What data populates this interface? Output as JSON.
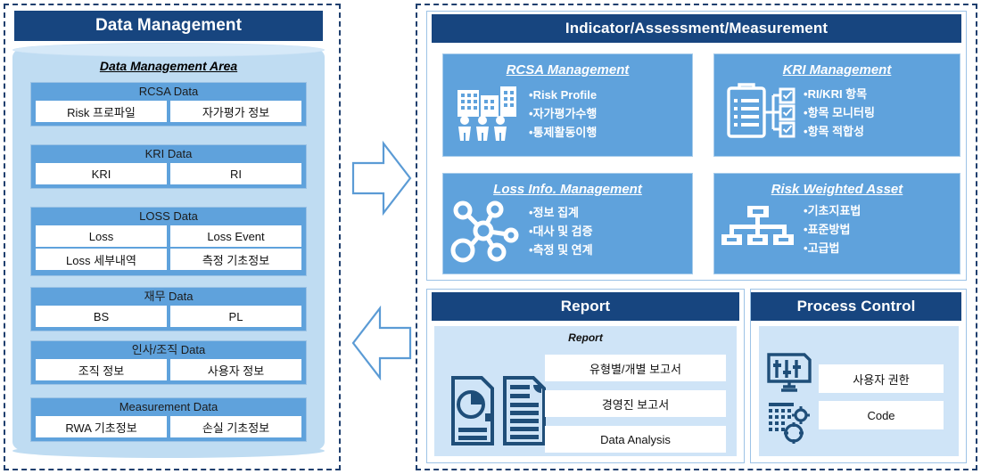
{
  "left": {
    "header": "Data Management",
    "area_title": "Data Management Area",
    "groups": [
      {
        "title": "RCSA Data",
        "rows": [
          [
            "Risk 프로파일",
            "자가평가 정보"
          ]
        ]
      },
      {
        "title": "KRI Data",
        "rows": [
          [
            "KRI",
            "RI"
          ]
        ]
      },
      {
        "title": "LOSS Data",
        "rows": [
          [
            "Loss",
            "Loss Event"
          ],
          [
            "Loss 세부내역",
            "측정 기초정보"
          ]
        ]
      },
      {
        "title": "재무 Data",
        "rows": [
          [
            "BS",
            "PL"
          ]
        ]
      },
      {
        "title": "인사/조직 Data",
        "rows": [
          [
            "조직 정보",
            "사용자 정보"
          ]
        ]
      },
      {
        "title": "Measurement Data",
        "rows": [
          [
            "RWA 기초정보",
            "손실 기초정보"
          ]
        ]
      }
    ]
  },
  "arrows": {
    "top": "arrow-right",
    "bottom": "arrow-left"
  },
  "right": {
    "iam": {
      "header": "Indicator/Assessment/Measurement",
      "cards": [
        {
          "title": "RCSA Management",
          "icon": "buildings-people-icon",
          "bullets": [
            "Risk Profile",
            "자가평가수행",
            "통제활동이행"
          ]
        },
        {
          "title": "KRI Management",
          "icon": "clipboard-checklist-icon",
          "bullets": [
            "RI/KRI 항목",
            "항목 모니터링",
            "항목 적합성"
          ]
        },
        {
          "title": "Loss Info. Management",
          "icon": "network-hub-icon",
          "bullets": [
            "정보 집계",
            "대사 및 검증",
            "측정 및 연계"
          ]
        },
        {
          "title": "Risk Weighted Asset",
          "icon": "org-hierarchy-icon",
          "bullets": [
            "기초지표법",
            "표준방법",
            "고급법"
          ]
        }
      ]
    },
    "report": {
      "header": "Report",
      "inner_title": "Report",
      "icons": [
        "document-piechart-icon",
        "document-lines-icon"
      ],
      "items": [
        "유형별/개별 보고서",
        "경영진 보고서",
        "Data Analysis"
      ]
    },
    "process_control": {
      "header": "Process Control",
      "rows": [
        {
          "icon": "monitor-sliders-icon",
          "label": "사용자 권한"
        },
        {
          "icon": "keypad-gears-icon",
          "label": "Code"
        }
      ]
    }
  },
  "colors": {
    "header_navy": "#17457F",
    "group_blue": "#5FA2DC",
    "cylinder_blue": "#BFDCF2",
    "panel_border": "#9DC3E6",
    "icon_navy": "#1F4E79",
    "arrow_blue": "#5B9BD5"
  }
}
